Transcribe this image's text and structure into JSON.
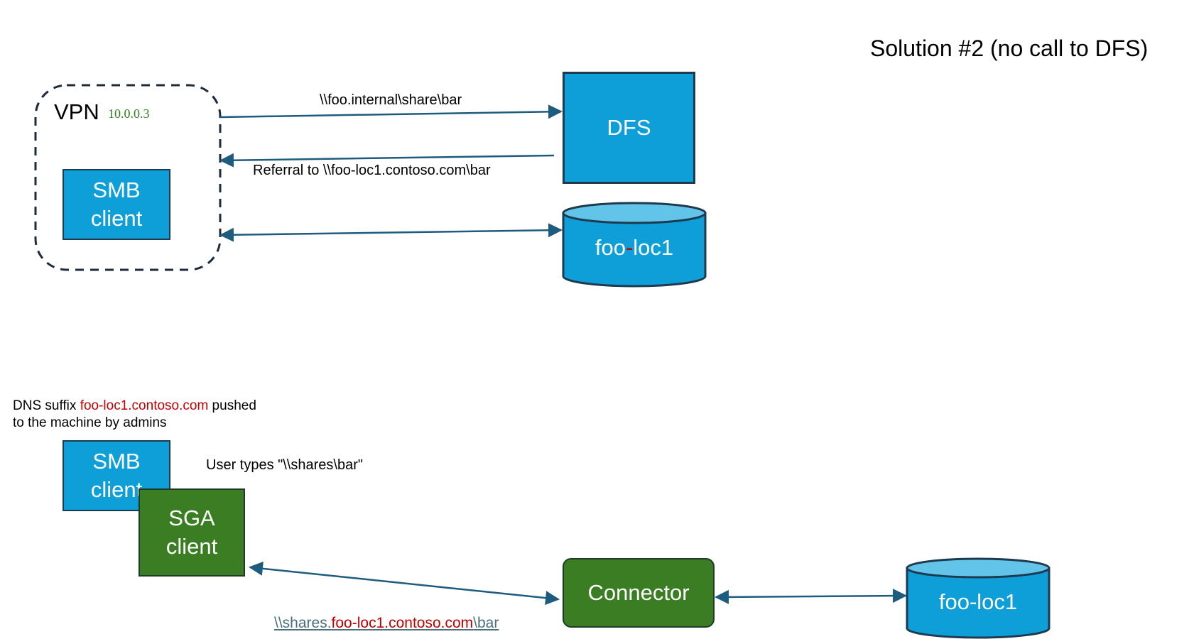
{
  "title": "Solution #2 (no call to DFS)",
  "top_section": {
    "vpn_label": "VPN",
    "vpn_ip": "10.0.0.3",
    "smb_client": {
      "line1": "SMB",
      "line2": "client"
    },
    "dfs_label": "DFS",
    "storage": {
      "part1": "foo",
      "sep": "-",
      "part2": "loc1"
    },
    "edge_request": "\\\\foo.internal\\share\\bar",
    "edge_referral": "Referral to \\\\foo-loc1.contoso.com\\bar"
  },
  "bottom_section": {
    "note": {
      "prefix": "DNS suffix ",
      "suffix_value": "foo-loc1.contoso.com",
      "after": " pushed",
      "line2": "to the machine by admins"
    },
    "smb_client": {
      "line1": "SMB",
      "line2": "client"
    },
    "sga_client": {
      "line1": "SGA",
      "line2": "client"
    },
    "user_types": "User types \"\\\\shares\\bar\"",
    "connector_label": "Connector",
    "storage_label": "foo-loc1",
    "link": {
      "prefix": "\\\\shares.",
      "host": "foo-loc1.contoso.com",
      "suffix": "\\bar "
    }
  },
  "colors": {
    "node_blue": "#0e9ed8",
    "cylinder_top": "#63c4ea",
    "node_green": "#3a7d22",
    "arrow": "#1d5b7f",
    "highlight_red": "#c00000",
    "ip_green": "#2e7d1f"
  }
}
